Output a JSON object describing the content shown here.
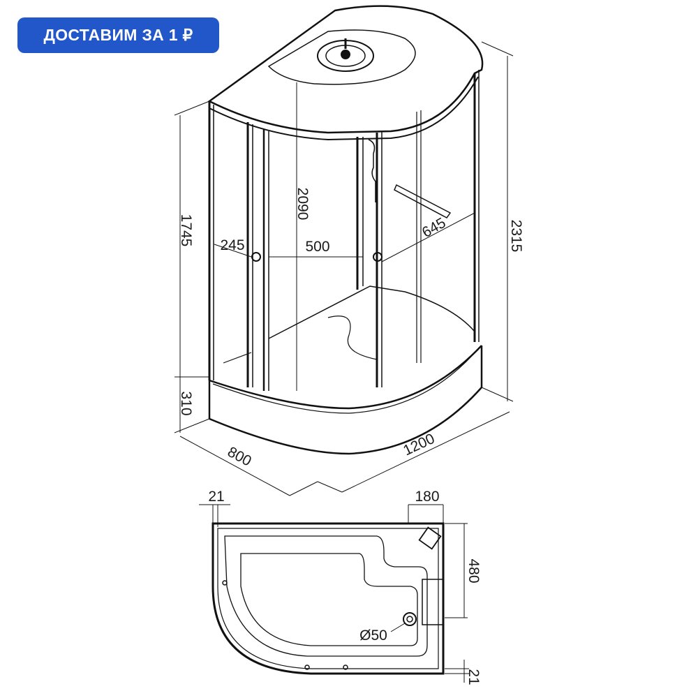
{
  "badge": {
    "text": "ДОСТАВИМ ЗА 1 ₽",
    "color": "#2157c8"
  },
  "dimensions": {
    "d1745": "1745",
    "d310": "310",
    "d245": "245",
    "d500": "500",
    "d2090": "2090",
    "d645": "645",
    "d2315": "2315",
    "d800": "800",
    "d1200": "1200",
    "d21_top": "21",
    "d180": "180",
    "d480": "480",
    "drain": "Ø50",
    "d21_bottom": "21"
  }
}
